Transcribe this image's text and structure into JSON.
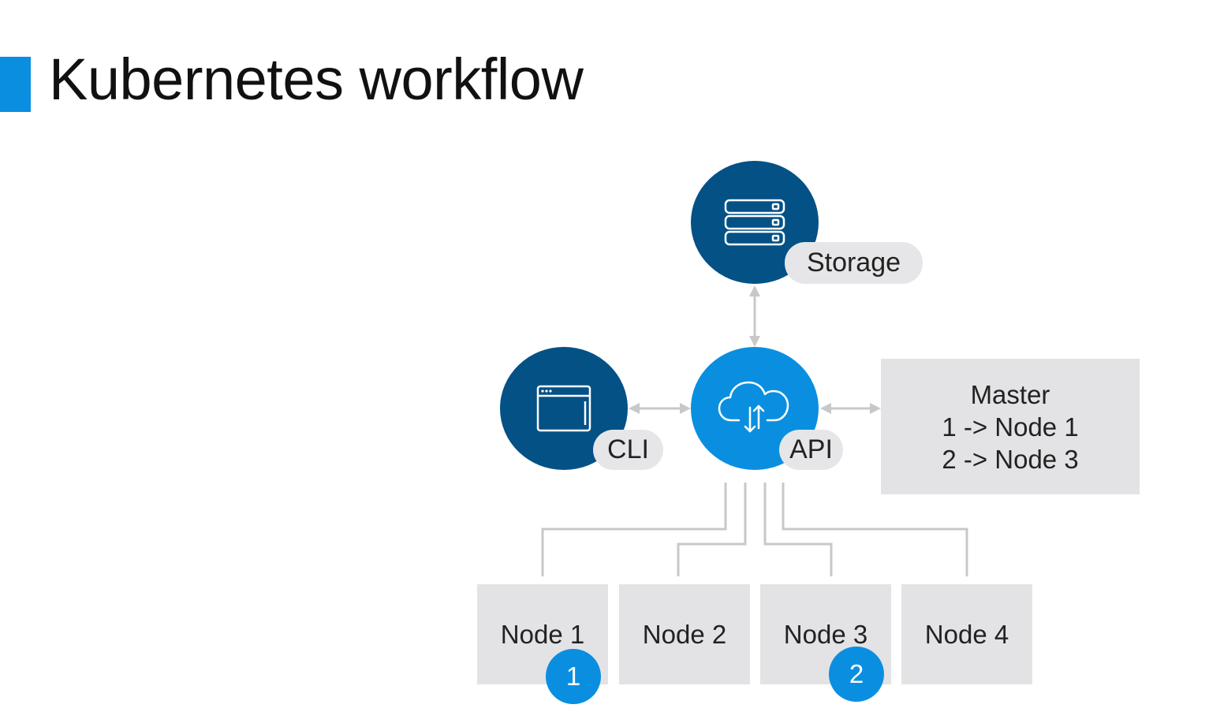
{
  "title": "Kubernetes workflow",
  "components": {
    "storage_label": "Storage",
    "cli_label": "CLI",
    "api_label": "API"
  },
  "master": {
    "heading": "Master",
    "lines": [
      "1 -> Node 1",
      "2 -> Node 3"
    ]
  },
  "nodes": [
    "Node 1",
    "Node 2",
    "Node 3",
    "Node 4"
  ],
  "badges": [
    "1",
    "2"
  ],
  "icons": {
    "storage": "server-stack-icon",
    "cli": "terminal-window-icon",
    "api": "cloud-sync-icon"
  },
  "colors": {
    "accent": "#0a8fe0",
    "dark": "#045186",
    "box": "#e3e3e5",
    "connector": "#c8c8c8"
  }
}
